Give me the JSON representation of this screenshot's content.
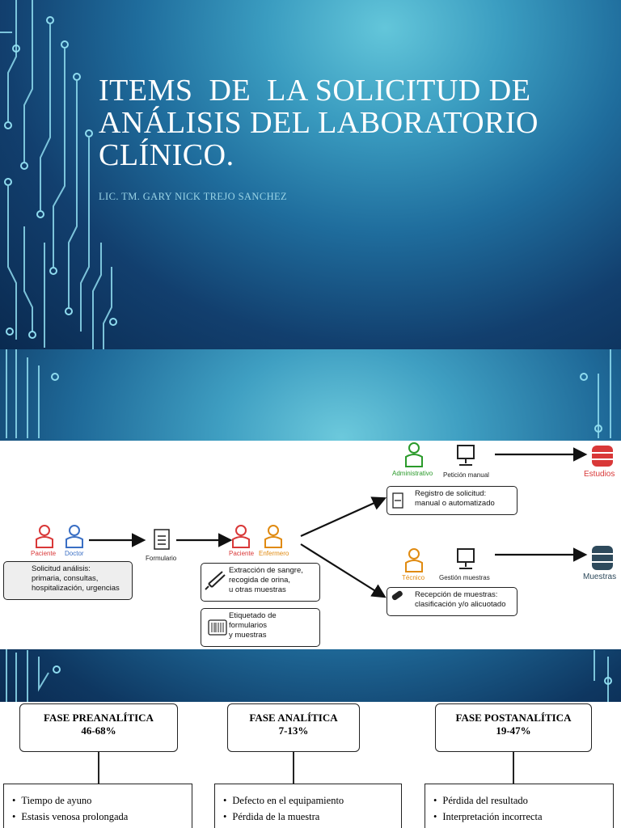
{
  "slide1": {
    "title": "ITEMS  DE  LA SOLICITUD DE ANÁLISIS DEL LABORATORIO CLÍNICO.",
    "subtitle": "LIC. TM. GARY NICK TREJO SANCHEZ"
  },
  "diagram": {
    "roles": {
      "paciente": "Paciente",
      "doctor": "Doctor",
      "formulario": "Formulario",
      "paciente2": "Paciente",
      "enfermero": "Enfermero",
      "administrativo": "Administrativo",
      "peticion_manual": "Petición manual",
      "tecnico": "Técnico",
      "gestion_muestras": "Gestión muestras",
      "estudios": "Estudios",
      "muestras": "Muestras"
    },
    "boxes": {
      "solicitud": [
        "Solicitud análisis:",
        "primaria, consultas,",
        "hospitalización, urgencias"
      ],
      "extraccion": [
        "Extracción de sangre,",
        "recogida de orina,",
        "u otras muestras"
      ],
      "etiquetado": [
        "Etiquetado de",
        "formularios",
        "y muestras"
      ],
      "registro": [
        "Registro de solicitud:",
        "manual o automatizado"
      ],
      "recepcion": [
        "Recepción de muestras:",
        "clasificación y/o alicuotado"
      ]
    },
    "colors": {
      "red": "#d93838",
      "blue": "#3a6fc4",
      "green": "#2a9a2a",
      "orange": "#e08a10"
    }
  },
  "phases": [
    {
      "name": "FASE PREANALÍTICA",
      "range": "46-68%",
      "items": [
        "Tiempo de ayuno",
        "Estasis venosa prolongada"
      ]
    },
    {
      "name": "FASE ANALÍTICA",
      "range": "7-13%",
      "items": [
        "Defecto en el equipamiento",
        "Pérdida de la muestra"
      ]
    },
    {
      "name": "FASE POSTANALÍTICA",
      "range": "19-47%",
      "items": [
        "Pérdida del resultado",
        "Interpretación incorrecta"
      ]
    }
  ]
}
